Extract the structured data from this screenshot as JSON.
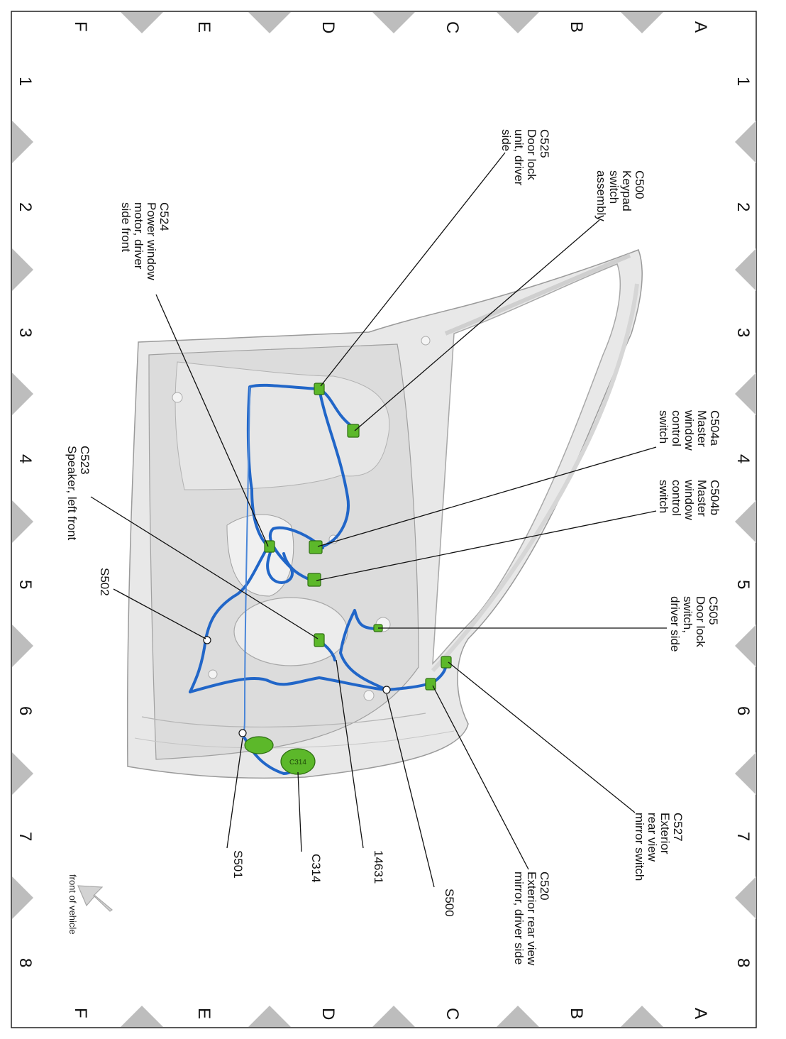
{
  "grid": {
    "rows": [
      "A",
      "B",
      "C",
      "D",
      "E",
      "F"
    ],
    "columns": [
      "1",
      "2",
      "3",
      "4",
      "5",
      "6",
      "7",
      "8"
    ]
  },
  "callouts": {
    "c500": [
      "C500",
      "Keypad",
      "switch",
      "assembly"
    ],
    "c525": [
      "C525",
      "Door lock",
      "unit, driver",
      "side"
    ],
    "c524": [
      "C524",
      "Power window",
      "motor, driver",
      "side front"
    ],
    "c504a": [
      "C504a",
      "Master",
      "window",
      "control",
      "switch"
    ],
    "c504b": [
      "C504b",
      "Master",
      "window",
      "control",
      "switch"
    ],
    "c523": [
      "C523",
      "Speaker, left front"
    ],
    "s502": [
      "S502"
    ],
    "c505": [
      "C505",
      "Door lock",
      "switch,",
      "driver side"
    ],
    "c527": [
      "C527",
      "Exterior",
      "rear view",
      "mirror switch"
    ],
    "c520": [
      "C520",
      "Exterior rear view",
      "mirror, driver side"
    ],
    "s500": [
      "S500"
    ],
    "h14631": [
      "14631"
    ],
    "c314": [
      "C314"
    ],
    "s501": [
      "S501"
    ]
  },
  "orientation": {
    "label": "front of vehicle",
    "arrow_icon": "arrow-down-left-icon"
  },
  "colors": {
    "harness": "#2166c8",
    "connector": "#5cb82a",
    "door_panel": "#e4e4e4",
    "grid_marker": "#bdbdbd"
  }
}
